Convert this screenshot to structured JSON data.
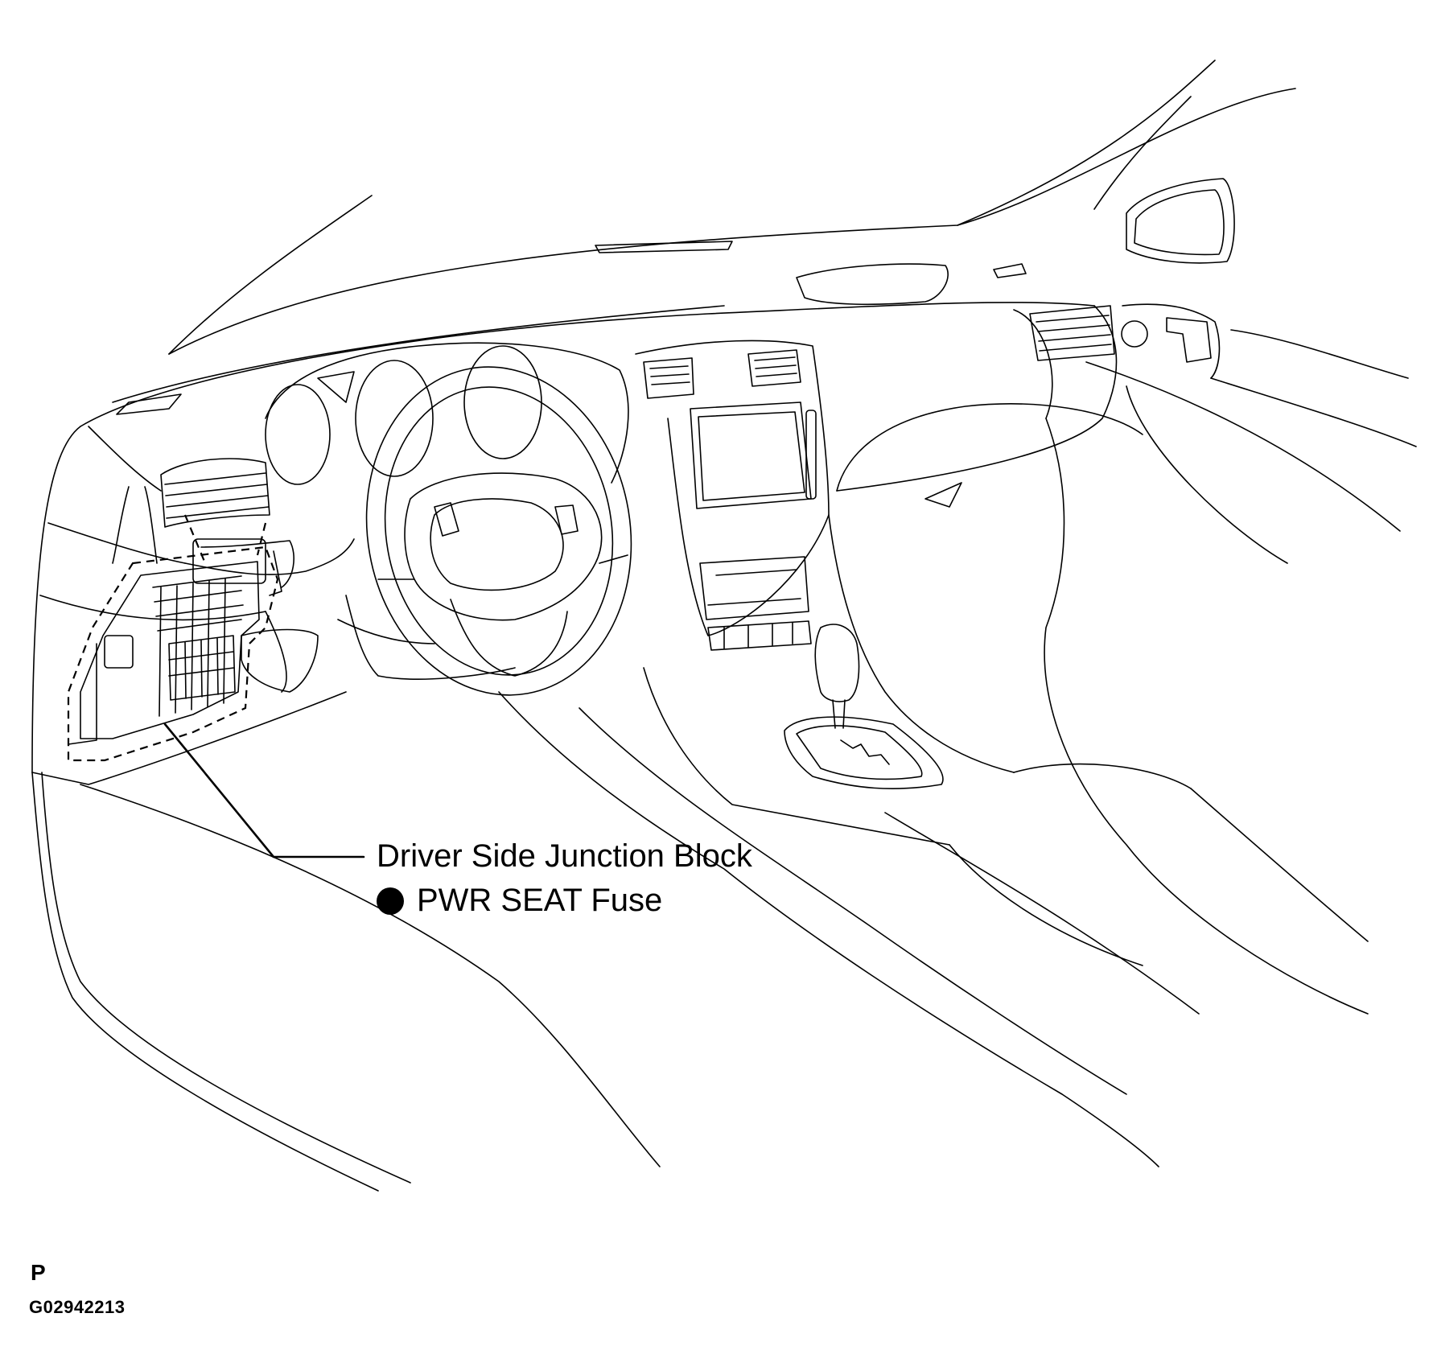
{
  "callout": {
    "component": "Driver Side Junction Block",
    "fuse": "PWR SEAT Fuse"
  },
  "figure_code": {
    "letter": "P",
    "id": "G02942213"
  },
  "colors": {
    "ink": "#000000",
    "background": "#ffffff"
  }
}
